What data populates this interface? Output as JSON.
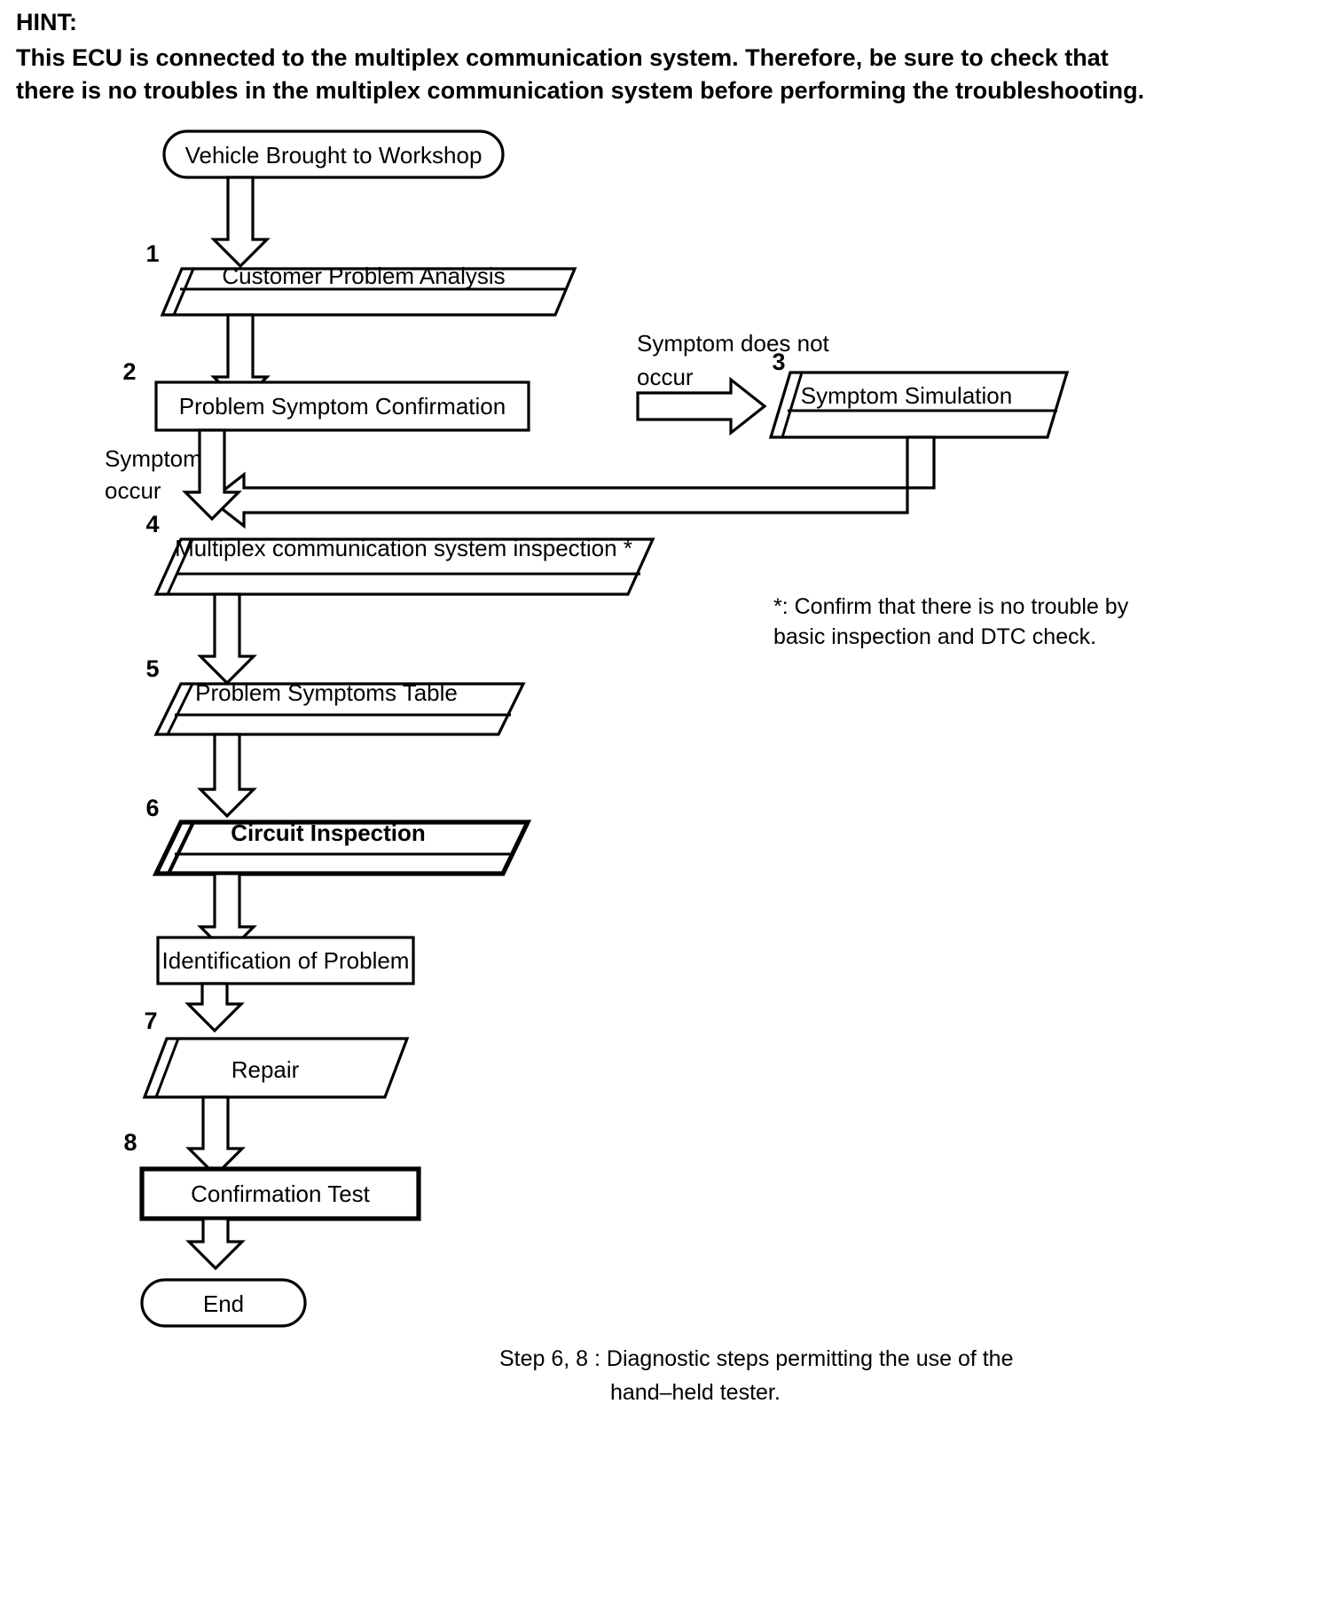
{
  "hint": {
    "title": "HINT:",
    "body": "This ECU is connected to the multiplex communication system. Therefore, be sure to check that there is no troubles in the multiplex communication system before performing the troubleshooting."
  },
  "flowchart": {
    "start_label": "Vehicle Brought to Workshop",
    "end_label": "End",
    "nodes": [
      {
        "num": "1",
        "label": "Customer Problem Analysis",
        "shape": "parallelogram-stacked"
      },
      {
        "num": "2",
        "label": "Problem Symptom Confirmation",
        "shape": "rectangle"
      },
      {
        "num": "3",
        "label": "Symptom Simulation",
        "shape": "parallelogram-stacked"
      },
      {
        "num": "4",
        "label": "Multiplex communication system inspection *",
        "shape": "parallelogram-stacked"
      },
      {
        "num": "5",
        "label": "Problem Symptoms Table",
        "shape": "parallelogram-stacked"
      },
      {
        "num": "6",
        "label": "Circuit Inspection",
        "shape": "parallelogram-stacked-bold"
      },
      {
        "num": "",
        "label": "Identification of Problem",
        "shape": "rectangle"
      },
      {
        "num": "7",
        "label": "Repair",
        "shape": "parallelogram"
      },
      {
        "num": "8",
        "label": "Confirmation Test",
        "shape": "rectangle-bold"
      }
    ],
    "edge_labels": {
      "branch_right_line1": "Symptom does not",
      "branch_right_line2": "occur",
      "branch_down_line1": "Symptom",
      "branch_down_line2": "occur"
    }
  },
  "notes": {
    "asterisk_line1": "*: Confirm that there is no trouble by",
    "asterisk_line2": "basic inspection and DTC check.",
    "footer_line1": "Step 6, 8 : Diagnostic steps permitting the use of the",
    "footer_line2": "hand–held tester."
  }
}
